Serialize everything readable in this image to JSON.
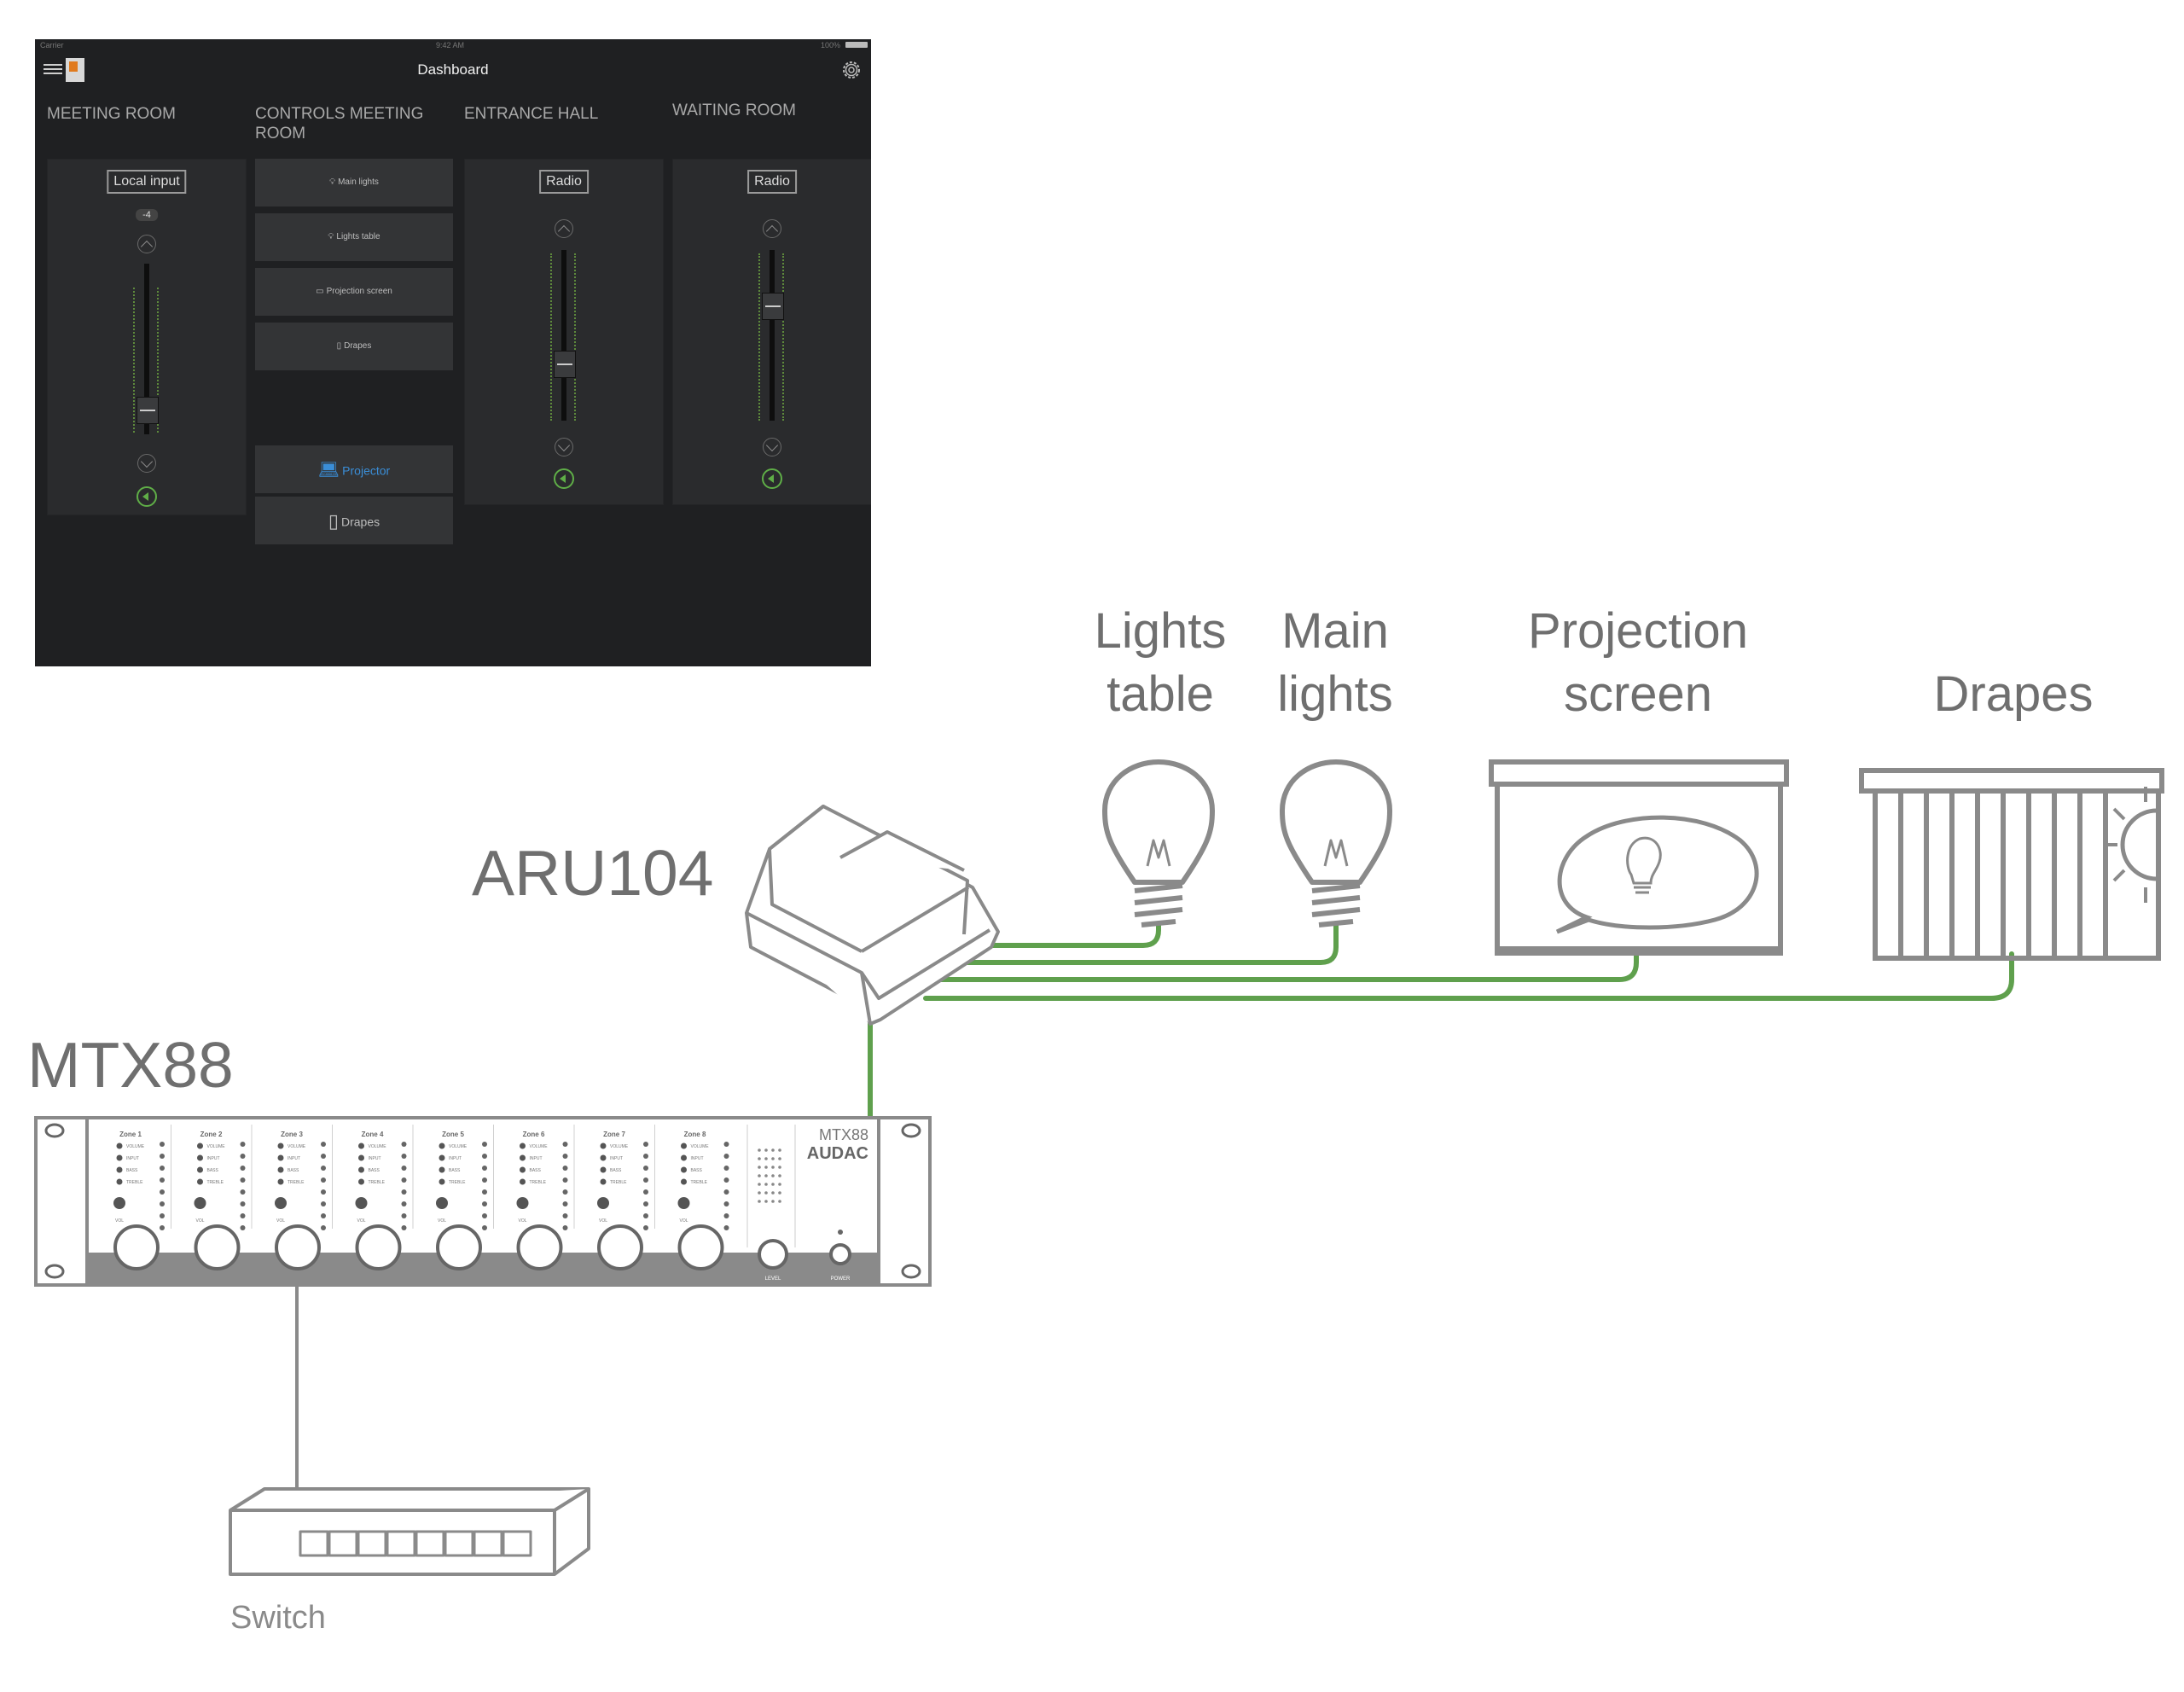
{
  "tablet": {
    "status": {
      "carrier": "Carrier",
      "time": "9:42 AM",
      "battery": "100%"
    },
    "title": "Dashboard",
    "zones": [
      {
        "title": "MEETING ROOM",
        "source": "Local input",
        "value": "-4",
        "fader_level": 0.2
      },
      {
        "title": "CONTROLS MEETING ROOM"
      },
      {
        "title": "ENTRANCE HALL",
        "source": "Radio",
        "fader_level": 0.35
      },
      {
        "title": "WAITING ROOM",
        "source": "Radio",
        "fader_level": 0.75
      }
    ],
    "controls": [
      {
        "label": "Main lights",
        "icon": "bulb-icon"
      },
      {
        "label": "Lights table",
        "icon": "bulb-icon"
      },
      {
        "label": "Projection screen",
        "icon": "screen-icon"
      },
      {
        "label": "Drapes",
        "icon": "drapes-icon"
      }
    ],
    "highlight_buttons": [
      {
        "label": "Projector",
        "icon": "projector-icon",
        "color": "#3a8ed8"
      },
      {
        "label": "Drapes",
        "icon": "drapes-icon",
        "color": "#bdbdbd"
      }
    ]
  },
  "diagram": {
    "devices": {
      "lights_table": [
        "Lights",
        "table"
      ],
      "main_lights": [
        "Main",
        "lights"
      ],
      "projection_screen": [
        "Projection",
        "screen"
      ],
      "drapes": "Drapes",
      "relay": "ARU104",
      "matrix": "MTX88",
      "switch": "Switch"
    },
    "matrix_panel": {
      "brand": "AUDAC",
      "model": "MTX88",
      "zones": [
        "Zone 1",
        "Zone 2",
        "Zone 3",
        "Zone 4",
        "Zone 5",
        "Zone 6",
        "Zone 7",
        "Zone 8"
      ],
      "indicators": [
        "VOLUME",
        "INPUT",
        "BASS",
        "TREBLE"
      ],
      "knob_label": "VOL",
      "level_label": "LEVEL",
      "power_label": "POWER"
    },
    "colors": {
      "cable": "#5fa04d",
      "outline": "#8a8a8a"
    }
  }
}
